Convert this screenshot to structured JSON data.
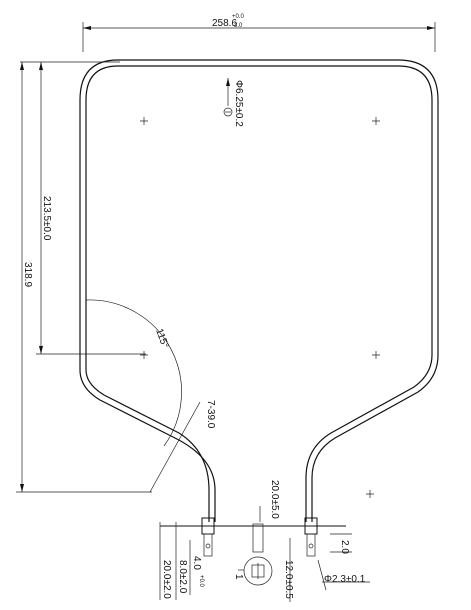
{
  "dimensions": {
    "width_total": "258.6",
    "width_tol_upper": "+0.0",
    "width_tol_lower": "-3.0",
    "diameter_main": "Φ6.25±0.2",
    "height_inner": "213.5±0.0",
    "height_total": "318.9",
    "angle": "115°",
    "bend_radius": "7-39.0",
    "terminal_height": "20.0±5.0",
    "right_spacing": "2.0",
    "small_a": "4.0",
    "small_a_tol": "+0.0",
    "mid_b": "8.0±2.0",
    "long_c": "20.0±2.0",
    "terminal_len": "12.0±0.5",
    "wire_diameter": "Φ2.3±0.1",
    "detail_label": "1"
  }
}
